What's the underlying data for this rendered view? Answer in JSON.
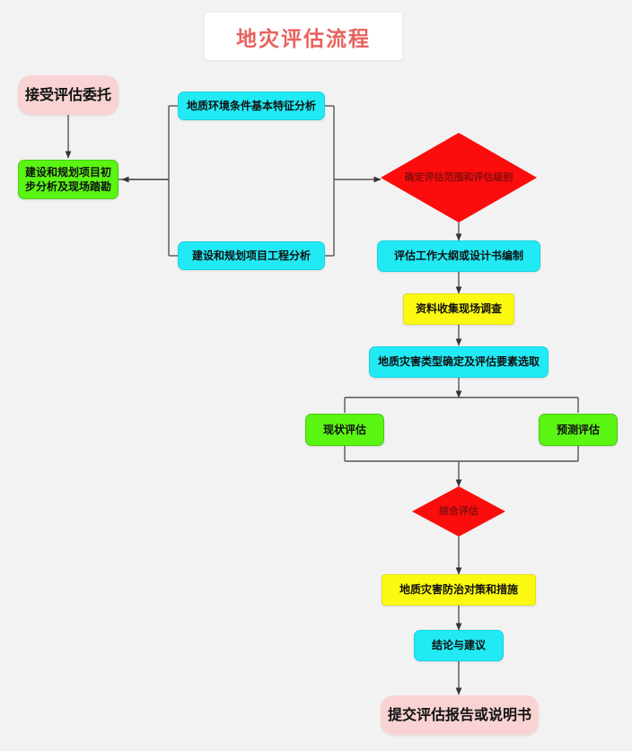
{
  "page": {
    "title": "地灾评估流程",
    "title_color": "#e8625e",
    "background": "#f2f2f2"
  },
  "palette": {
    "pink": "#f9d3d3",
    "green": "#5bf514",
    "cyan": "#21eaf5",
    "yellow": "#fbf911",
    "red": "#fb0d0d",
    "edge": "#444444"
  },
  "nodes": {
    "accept_commission": {
      "label": "接受评估委托",
      "shape": "rounded",
      "color": "#f9d3d3"
    },
    "preliminary_analysis": {
      "label": "建设和规划项目初步分析及现场踏勘",
      "shape": "rect",
      "color": "#5bf514"
    },
    "geo_env_analysis": {
      "label": "地质环境条件基本特征分析",
      "shape": "rect",
      "color": "#21eaf5"
    },
    "project_engineering_analysis": {
      "label": "建设和规划项目工程分析",
      "shape": "rect",
      "color": "#21eaf5"
    },
    "determine_scope_level": {
      "label": "确定评估范围和评估级别",
      "shape": "diamond",
      "color": "#fb0d0d"
    },
    "outline_design": {
      "label": "评估工作大纲或设计书编制",
      "shape": "rect",
      "color": "#21eaf5"
    },
    "data_collection": {
      "label": "资料收集现场调查",
      "shape": "rect",
      "color": "#fbf911"
    },
    "hazard_type_elements": {
      "label": "地质灾害类型确定及评估要素选取",
      "shape": "rect",
      "color": "#21eaf5"
    },
    "current_assessment": {
      "label": "现状评估",
      "shape": "rect",
      "color": "#5bf514"
    },
    "forecast_assessment": {
      "label": "预测评估",
      "shape": "rect",
      "color": "#5bf514"
    },
    "comprehensive_assessment": {
      "label": "综合评估",
      "shape": "diamond",
      "color": "#fb0d0d"
    },
    "prevention_measures": {
      "label": "地质灾害防治对策和措施",
      "shape": "rect",
      "color": "#fbf911"
    },
    "conclusion_suggestion": {
      "label": "结论与建议",
      "shape": "rect",
      "color": "#21eaf5"
    },
    "submit_report": {
      "label": "提交评估报告或说明书",
      "shape": "rounded",
      "color": "#f9d3d3"
    }
  },
  "edges": [
    {
      "from": "accept_commission",
      "to": "preliminary_analysis"
    },
    {
      "from": "preliminary_analysis",
      "to": "geo_env_analysis"
    },
    {
      "from": "preliminary_analysis",
      "to": "project_engineering_analysis"
    },
    {
      "from": "geo_env_analysis",
      "to": "determine_scope_level"
    },
    {
      "from": "project_engineering_analysis",
      "to": "determine_scope_level"
    },
    {
      "from": "determine_scope_level",
      "to": "outline_design"
    },
    {
      "from": "outline_design",
      "to": "data_collection"
    },
    {
      "from": "data_collection",
      "to": "hazard_type_elements"
    },
    {
      "from": "hazard_type_elements",
      "to": "current_assessment"
    },
    {
      "from": "hazard_type_elements",
      "to": "forecast_assessment"
    },
    {
      "from": "current_assessment",
      "to": "comprehensive_assessment"
    },
    {
      "from": "forecast_assessment",
      "to": "comprehensive_assessment"
    },
    {
      "from": "comprehensive_assessment",
      "to": "prevention_measures"
    },
    {
      "from": "prevention_measures",
      "to": "conclusion_suggestion"
    },
    {
      "from": "conclusion_suggestion",
      "to": "submit_report"
    }
  ]
}
